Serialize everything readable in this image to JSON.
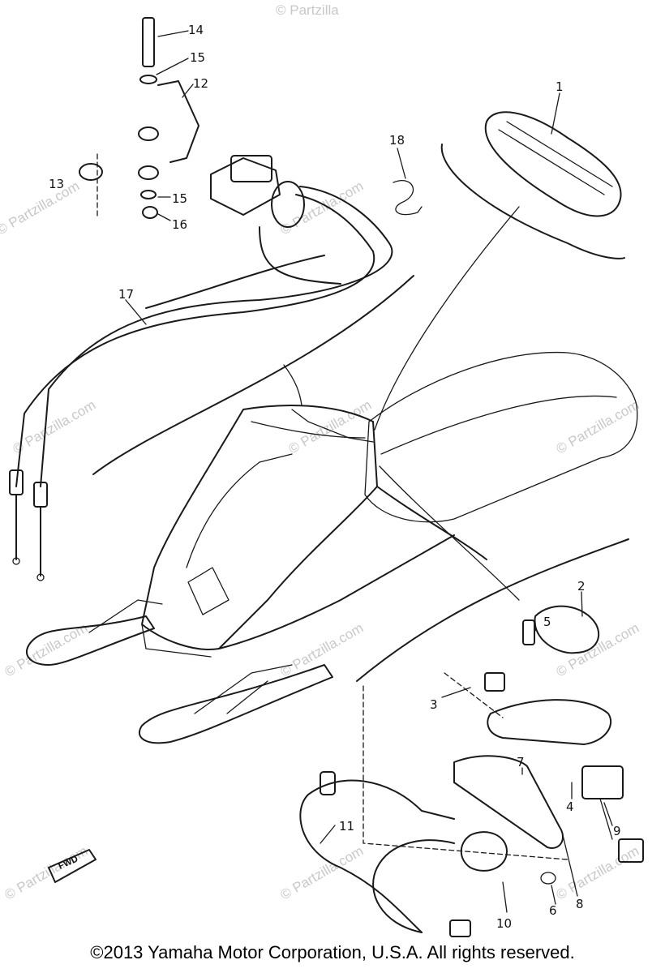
{
  "watermark": {
    "text": "© Partzilla.com",
    "short": "© Partzilla",
    "corner": "© Partzilla.com"
  },
  "callouts": {
    "c1": "1",
    "c2": "2",
    "c3": "3",
    "c4": "4",
    "c5": "5",
    "c6": "6",
    "c7": "7",
    "c8": "8",
    "c9": "9",
    "c10": "10",
    "c11": "11",
    "c12": "12",
    "c13": "13",
    "c14": "14",
    "c15a": "15",
    "c15b": "15",
    "c16": "16",
    "c17": "17",
    "c18": "18"
  },
  "fwd_label": "FWD",
  "copyright": "©2013 Yamaha Motor Corporation, U.S.A. All rights reserved."
}
